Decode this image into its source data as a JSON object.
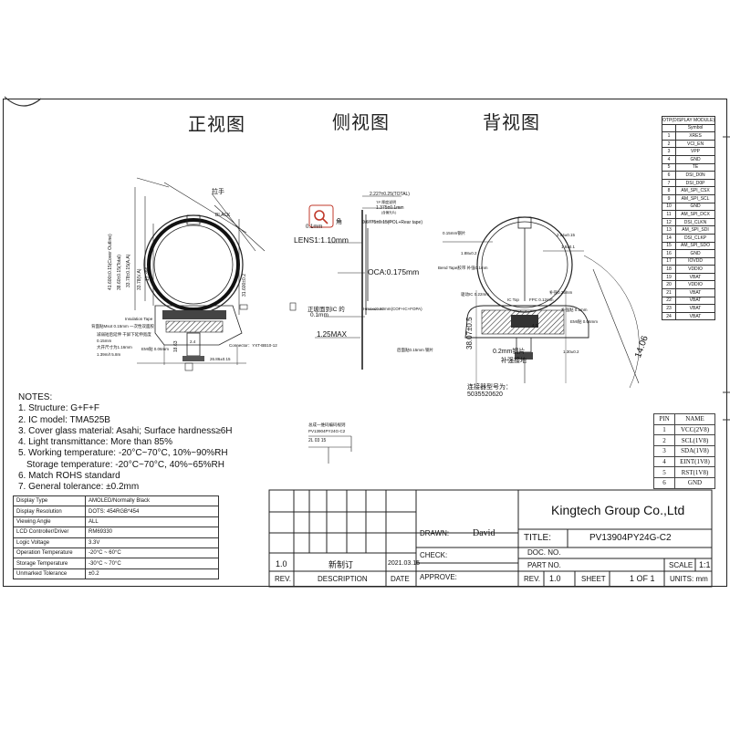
{
  "views": {
    "front": "正视图",
    "side": "侧视图",
    "back": "背视图"
  },
  "front_labels": {
    "handle": "拉手",
    "black": "BLACK",
    "dim_total_height": "38.60±0.15(Total)",
    "dim_outline": "41.600±0.15(Cover Outline)",
    "dim_aa_w": "33.78(V.A)",
    "dim_aa_h": "33.78±0.15(A.A)",
    "dim_small": "17.396",
    "dim_width": "31.600±0.2",
    "dim_foot": "18.63",
    "dim_insulation": "Insulation Tape",
    "connector": "Connector：YXT-BB10-12",
    "pin_len": "2.4",
    "note1": "背面贴Msot 0.15mm 一次性双面胶",
    "note2": "减弱短后延伸 干屏下延伸宽度",
    "note3": "0.15mm",
    "note4": "大开尺寸为1.16mm",
    "note5": "1.39m/t 5.8m",
    "emi_label": "EMI贴 0.06mm",
    "bottom_dim": "26.86±0.15"
  },
  "side_labels": {
    "total": "2.227±0.25(TOTAL)",
    "tp": "TP 厚度说明",
    "tp_thk": "1.375±0.1mm",
    "tp_sub": "(含偏光片)",
    "pol": "0.6775±0.15(POL+Rear tape)",
    "corner": "角",
    "corner_val": "0.1mm",
    "lens": "LENS1:1.10mm",
    "oca": "OCA:0.175mm",
    "bottom_note1": "正玻面到IC 的",
    "bottom_note2": "0.1mm",
    "max_label": "Hmax≤0.80mm(COF+IC+FOPA)",
    "max_thk": "1.25MAX"
  },
  "back_labels": {
    "steel": "0.15mm钢片",
    "dim1": "1.88±0.2",
    "dim2": "2.54±0.15",
    "dim3": "1.8±0.1",
    "bend": "Bend Tape胶带 补强0.1mm",
    "ic_label": "驱动IC 0.22mm",
    "top_label": "IC Top",
    "fpc_label": "FPC 0.12mm",
    "stiff_label": "补强0.35mm",
    "vert_dim": "38.07±0.5",
    "steel2": "0.2mm钢片",
    "steel2b": "补强接地",
    "conn1": "连接器型号为：",
    "conn2": "5035520620",
    "small_dim": "1.30±0.2",
    "emi": "EMI贴 0.06mm",
    "ic_width": "4.3",
    "angle": "14.06",
    "ref_note": "后面贴0.15mm 钢片",
    "stiff2": "补强贴 0.1mm"
  },
  "notes": {
    "title": "NOTES:",
    "lines": [
      "1. Structure: G+F+F",
      "2. IC model: TMA525B",
      "3. Cover glass material: Asahi; Surface hardness≥6H",
      "4. Light transmittance: More than 85%",
      "5. Working temperature: -20°C~70°C, 10%~90%RH",
      "   Storage temperature: -20°C~70°C, 40%~65%RH",
      "6. Match ROHS standard",
      "7. General tolerance: ±0.2mm"
    ]
  },
  "stamp": {
    "line1": "总成一维码编码规则",
    "line2": "PV13904PY24G-C2",
    "line3": "2L 03 15"
  },
  "spec": [
    {
      "k": "Display Type",
      "v": "AMOLED/Normally Black"
    },
    {
      "k": "Display Resolution",
      "v": "DOTS: 454RGB*454"
    },
    {
      "k": "Viewing Angle",
      "v": "ALL"
    },
    {
      "k": "LCD Controller/Driver",
      "v": "RM69330"
    },
    {
      "k": "Logic Voltage",
      "v": "3.3V"
    },
    {
      "k": "Operation Temperature",
      "v": "-20°C ~ 60°C"
    },
    {
      "k": "Storage Temperature",
      "v": "-30°C ~ 70°C"
    },
    {
      "k": "Unmarked Tolerance",
      "v": "±0.2"
    }
  ],
  "pin_header": "OTP(DISPLAY MODULE)",
  "pin_sub": "Symbol",
  "pins": [
    {
      "n": "1",
      "s": "XRES"
    },
    {
      "n": "2",
      "s": "VCI_EN"
    },
    {
      "n": "3",
      "s": "VPP"
    },
    {
      "n": "4",
      "s": "GND"
    },
    {
      "n": "5",
      "s": "TE"
    },
    {
      "n": "6",
      "s": "DSI_D0N"
    },
    {
      "n": "7",
      "s": "DSI_D0P"
    },
    {
      "n": "8",
      "s": "AM_SPI_CSX"
    },
    {
      "n": "9",
      "s": "AM_SPI_SCL"
    },
    {
      "n": "10",
      "s": "GND"
    },
    {
      "n": "11",
      "s": "AM_SPI_DCX"
    },
    {
      "n": "12",
      "s": "DSI_CLKN"
    },
    {
      "n": "13",
      "s": "AM_SPI_SDI"
    },
    {
      "n": "14",
      "s": "DSI_CLKP"
    },
    {
      "n": "15",
      "s": "AM_SPI_SDO"
    },
    {
      "n": "16",
      "s": "GND"
    },
    {
      "n": "17",
      "s": "IOVDD"
    },
    {
      "n": "18",
      "s": "VDDIO"
    },
    {
      "n": "19",
      "s": "VBAT"
    },
    {
      "n": "20",
      "s": "VDDIO"
    },
    {
      "n": "21",
      "s": "VBAT"
    },
    {
      "n": "22",
      "s": "VBAT"
    },
    {
      "n": "23",
      "s": "VBAT"
    },
    {
      "n": "24",
      "s": "VBAT"
    }
  ],
  "tp_pins_header": {
    "pin": "PIN",
    "name": "NAME"
  },
  "tp_pins": [
    {
      "n": "1",
      "s": "VCC(2V8)"
    },
    {
      "n": "2",
      "s": "SCL(1V8)"
    },
    {
      "n": "3",
      "s": "SDA(1V8)"
    },
    {
      "n": "4",
      "s": "EINT(1V8)"
    },
    {
      "n": "5",
      "s": "RST(1V8)"
    },
    {
      "n": "6",
      "s": "GND"
    }
  ],
  "title_block": {
    "company": "Kingtech Group Co.,Ltd",
    "drawn_label": "DRAWN:",
    "drawn_by": "David",
    "check_label": "CHECK:",
    "approve_label": "APPROVE:",
    "title_label": "TITLE:",
    "title": "PV13904PY24G-C2",
    "doc_label": "DOC. NO.",
    "part_label": "PART NO.",
    "scale_label": "SCALE",
    "scale": "1:1",
    "rev_label": "REV.",
    "rev": "1.0",
    "sheet_label": "SHEET",
    "sheet": "1 OF 1",
    "units": "UNITS: mm",
    "rev_rows": [
      {
        "rev": "1.0",
        "desc": "新制订",
        "date": "2021.03.15"
      }
    ],
    "col_rev": "REV.",
    "col_desc": "DESCRIPTION",
    "col_date": "DATE"
  },
  "colors": {
    "accent": "#c0392b"
  }
}
